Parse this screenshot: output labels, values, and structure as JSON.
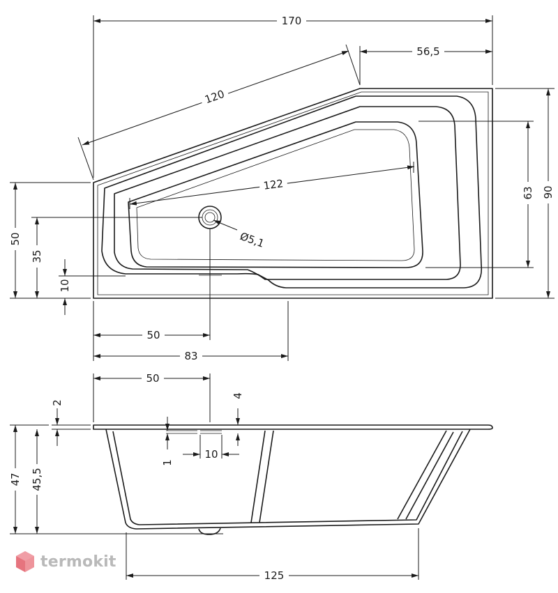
{
  "plan_view": {
    "dims": {
      "overall_length": "170",
      "short_side": "56,5",
      "slant_edge": "120",
      "inner_diagonal": "122",
      "inner_height": "63",
      "overall_width": "90",
      "left_end": "50",
      "drain_offset": "35",
      "step_depth": "10",
      "drain_from_left": "50",
      "step_start": "83",
      "drain_diameter": "Ø5,1"
    }
  },
  "section_view": {
    "dims": {
      "drain_from_left": "50",
      "rim_thickness": "2",
      "overflow_top": "4",
      "total_height": "47",
      "inner_depth": "45,5",
      "slot_depth": "1",
      "slot_width": "10",
      "bottom_length": "125"
    }
  },
  "watermark": {
    "brand": "termokit"
  },
  "colors": {
    "line": "#1a1a1a",
    "logo_red": "#e8707a",
    "logo_gray": "#b9b9b9"
  }
}
